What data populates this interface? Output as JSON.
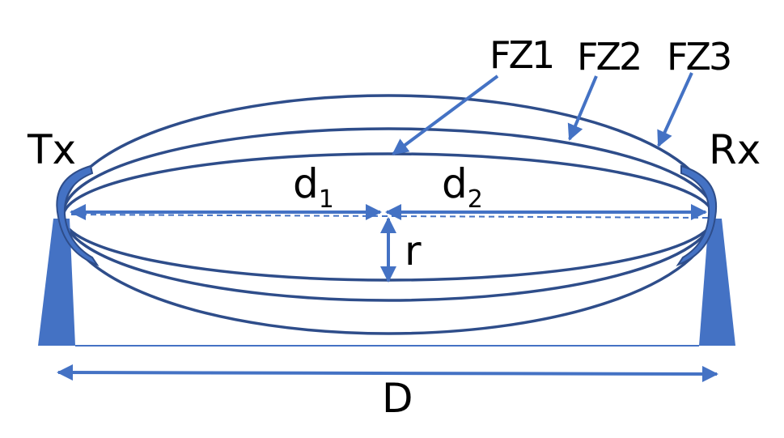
{
  "labels": {
    "transmitter": "Tx",
    "receiver": "Rx",
    "fz1": "FZ1",
    "fz2": "FZ2",
    "fz3": "FZ3",
    "d1_main": "d",
    "d1_sub": "1",
    "d2_main": "d",
    "d2_sub": "2",
    "radius": "r",
    "distance": "D"
  },
  "colors": {
    "ellipse": "#2E4D8A",
    "arrow": "#4472C4",
    "dish": "#4472C4",
    "text": "#000000"
  }
}
